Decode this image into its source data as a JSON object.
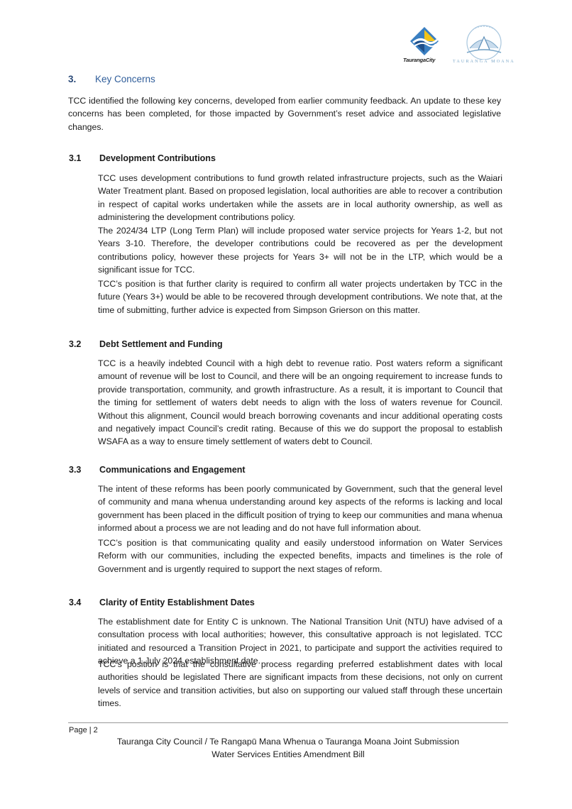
{
  "logos": {
    "tcc_wordmark": "TaurangaCity",
    "tm_wordmark": "TAURANGA MOANA"
  },
  "heading": {
    "number": "3.",
    "title": "Key Concerns"
  },
  "intro": "TCC identified the following key concerns, developed from earlier community feedback. An update to these key concerns has been completed, for those impacted by Government’s reset advice and associated legislative changes.",
  "sections": [
    {
      "number": "3.1",
      "title": "Development Contributions",
      "paragraphs": [
        "TCC uses development contributions to fund growth related infrastructure projects, such as the Waiari Water Treatment plant.  Based on proposed legislation, local authorities are able to recover a contribution in respect of capital works undertaken while the assets are in local authority ownership, as well as administering the development contributions policy.",
        "The 2024/34 LTP (Long Term Plan) will include proposed water service projects for Years 1-2, but not Years 3-10.   Therefore, the developer contributions could be recovered as per the development contributions policy, however these projects for Years 3+ will not be in the LTP, which would be a significant issue for TCC.",
        "TCC’s position is that further clarity is required to confirm all water projects undertaken by TCC in the future (Years 3+) would be able to be recovered through development contributions.  We note that, at the time of submitting, further advice is expected from Simpson Grierson on this matter."
      ]
    },
    {
      "number": "3.2",
      "title": "Debt Settlement and Funding",
      "paragraphs": [
        "TCC is a heavily indebted Council with a high debt to revenue ratio.  Post waters reform a significant amount of revenue will be lost to Council, and there will be an ongoing requirement to increase funds to provide transportation, community, and growth infrastructure.  As a result, it is important to Council that the timing for settlement of waters debt needs to align with the loss of waters revenue for Council. Without this alignment, Council would breach borrowing covenants and incur additional operating costs and negatively impact Council’s credit rating.  Because of this we do support the proposal to establish WSAFA as a way to ensure timely settlement of waters debt to Council."
      ]
    },
    {
      "number": "3.3",
      "title": "Communications and Engagement",
      "paragraphs": [
        "The intent of these reforms has been poorly communicated by Government, such that the general level of community and mana whenua understanding around key aspects of the reforms is lacking and local government has been placed in the difficult position of trying to keep our communities and mana whenua informed about a process we are not leading and do not have full information about.",
        "TCC’s position is that communicating quality and easily understood information on Water Services Reform with our communities, including the expected benefits, impacts and timelines is the role of Government and is urgently required to support the next stages of reform."
      ]
    },
    {
      "number": "3.4",
      "title": "Clarity of Entity Establishment Dates",
      "paragraphs": [
        "The establishment date for Entity C is unknown. The National Transition Unit (NTU) have advised of a consultation process with local authorities; however, this consultative approach is not legislated. TCC initiated and resourced a Transition Project in 2021, to participate and support the activities required to achieve a 1 July 2024 establishment date.",
        "TCC’s position is that the consultative process regarding preferred establishment dates with local authorities should be legislated There are significant impacts from these decisions, not only on current levels of service and transition activities, but also on supporting our valued staff through these uncertain times."
      ]
    }
  ],
  "footer": {
    "page": "Page | 2",
    "line1": "Tauranga City Council / Te Rangapū Mana Whenua o Tauranga Moana Joint Submission",
    "line2": "Water Services Entities Amendment Bill"
  }
}
